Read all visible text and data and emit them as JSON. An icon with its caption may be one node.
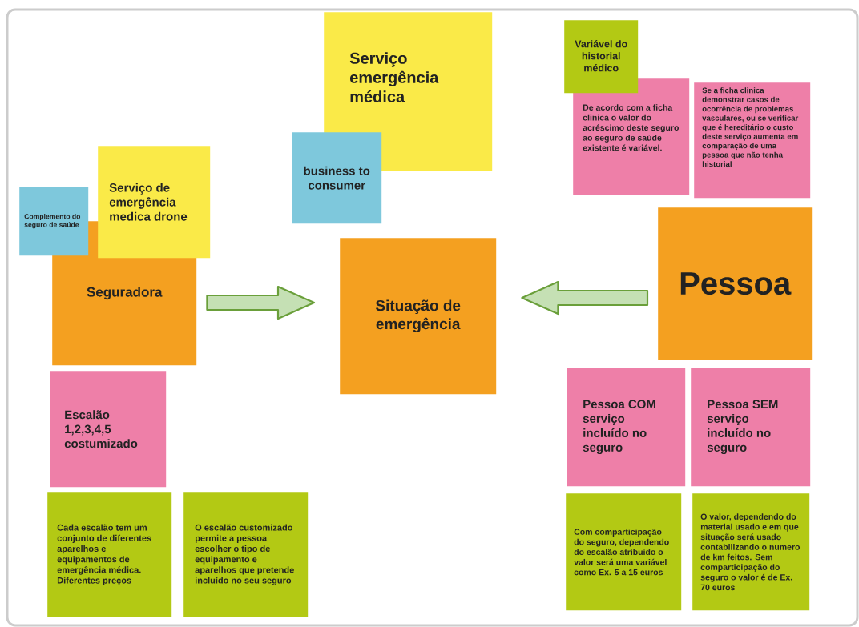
{
  "diagram": {
    "nodes": [
      {
        "text": [
          "Serviço emergência médica"
        ]
      },
      {
        "text": [
          "business to consumer"
        ]
      },
      {
        "text": [
          "Variável do historial médico"
        ]
      },
      {
        "text": [
          "De acordo com a ficha clinica o valor do acréscimo deste seguro ao seguro de saúde existente é variável."
        ]
      },
      {
        "text": [
          "Se a ficha clinica demonstrar casos de ocorrência de problemas vasculares, ou se verificar que é hereditário o custo deste serviço aumenta em comparação de uma pessoa que não tenha historial"
        ]
      },
      {
        "text": [
          "Complemento do seguro de saúde"
        ]
      },
      {
        "text": [
          "Serviço de emergência medica drone"
        ]
      },
      {
        "text": [
          "Seguradora"
        ]
      },
      {
        "text": [
          "Situação de emergência"
        ]
      },
      {
        "text": [
          "Pessoa"
        ]
      },
      {
        "text": [
          "Escalão 1,2,3,4,5 costumizado"
        ]
      },
      {
        "text": [
          "Pessoa COM serviço incluído no seguro"
        ]
      },
      {
        "text": [
          "Pessoa SEM serviço incluído no seguro"
        ]
      },
      {
        "text": [
          "Cada escalão tem um conjunto de diferentes aparelhos e equipamentos de emergência médica. Diferentes preços"
        ]
      },
      {
        "text": [
          "O escalão customizado permite a pessoa escolher o tipo de equipamento e aparelhos que pretende incluído no seu seguro"
        ]
      },
      {
        "text": [
          "Com comparticipação do seguro, dependendo do escalão atribuido o valor será uma variável como Ex. 5 a 15 euros"
        ]
      },
      {
        "text": [
          "O valor, dependendo do material usado e em que situação será usado contabilizando o numero de km feitos. Sem comparticipação do seguro o valor é de Ex. 70 euros"
        ]
      }
    ],
    "edges": [
      {
        "from": 7,
        "to": 8,
        "arrow": "to"
      },
      {
        "from": 9,
        "to": 8,
        "arrow": "to"
      }
    ]
  }
}
